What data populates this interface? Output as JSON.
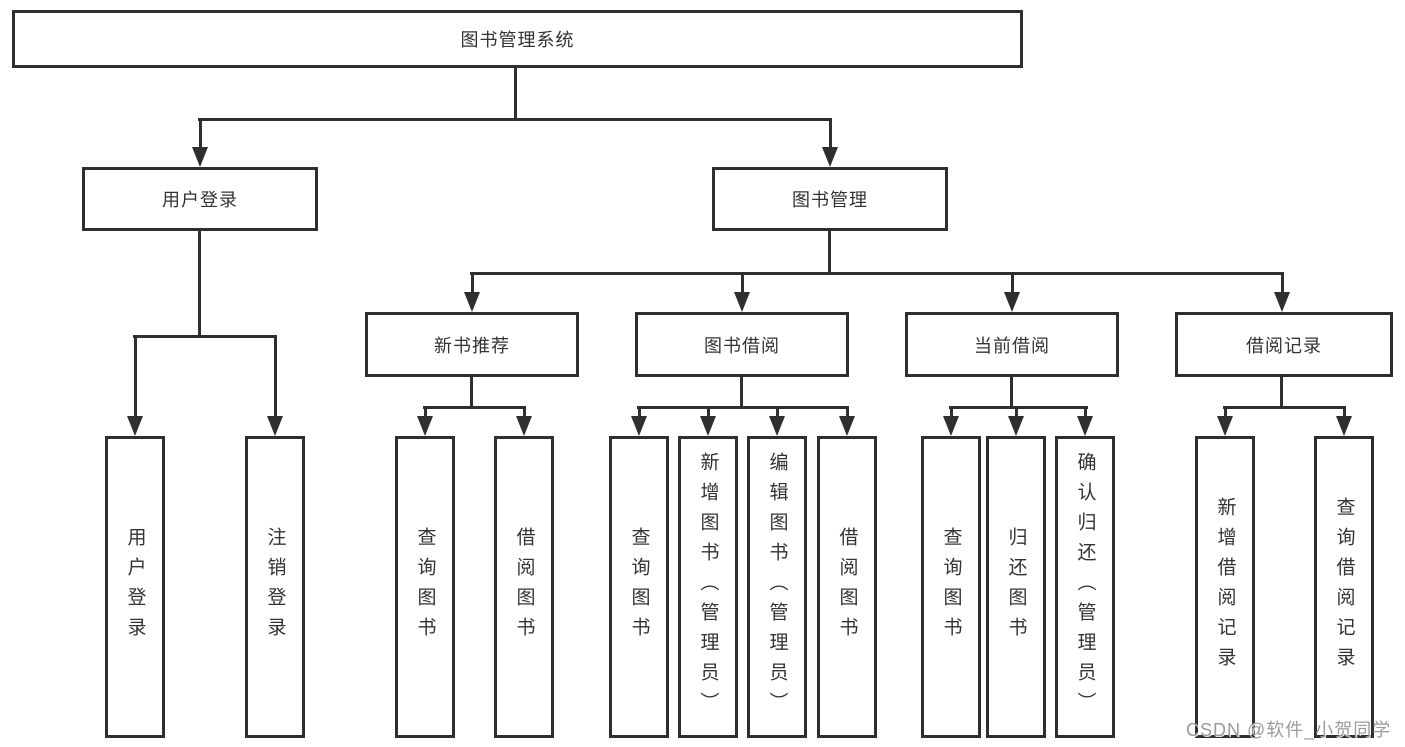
{
  "diagram": {
    "root": {
      "label": "图书管理系统"
    },
    "level2": [
      {
        "label": "用户登录"
      },
      {
        "label": "图书管理"
      }
    ],
    "level3": [
      {
        "label": "新书推荐"
      },
      {
        "label": "图书借阅"
      },
      {
        "label": "当前借阅"
      },
      {
        "label": "借阅记录"
      }
    ],
    "leaves": {
      "user_login": [
        "用户登录",
        "注销登录"
      ],
      "new_book_recommend": [
        "查询图书",
        "借阅图书"
      ],
      "book_borrow": [
        "查询图书",
        "新增图书（管理员）",
        "编辑图书（管理员）",
        "借阅图书"
      ],
      "current_borrow": [
        "查询图书",
        "归还图书",
        "确认归还（管理员）"
      ],
      "borrow_records": [
        "新增借阅记录",
        "查询借阅记录"
      ]
    },
    "watermark": "CSDN @软件_小贺同学",
    "colors": {
      "line": "#2f2f2f",
      "text": "#333333",
      "background": "#ffffff",
      "watermark": "#9b9b9b"
    }
  }
}
